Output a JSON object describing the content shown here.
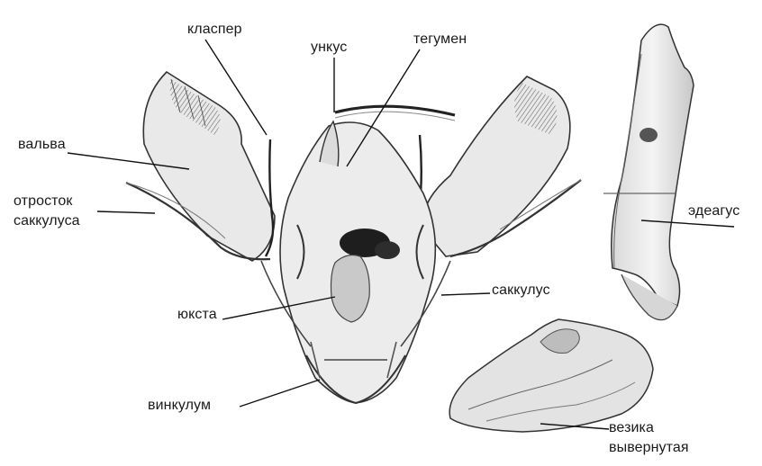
{
  "labels": {
    "clasper": "класпер",
    "uncus": "ункус",
    "tegumen": "тегумен",
    "valva": "вальва",
    "saccular_process_line1": "отросток",
    "saccular_process_line2": "саккулуса",
    "aedeagus": "эдеагус",
    "sacculus": "саккулус",
    "juxta": "юкста",
    "vinculum": "винкулум",
    "vesica_line1": "везика",
    "vesica_line2": "вывернутая"
  }
}
